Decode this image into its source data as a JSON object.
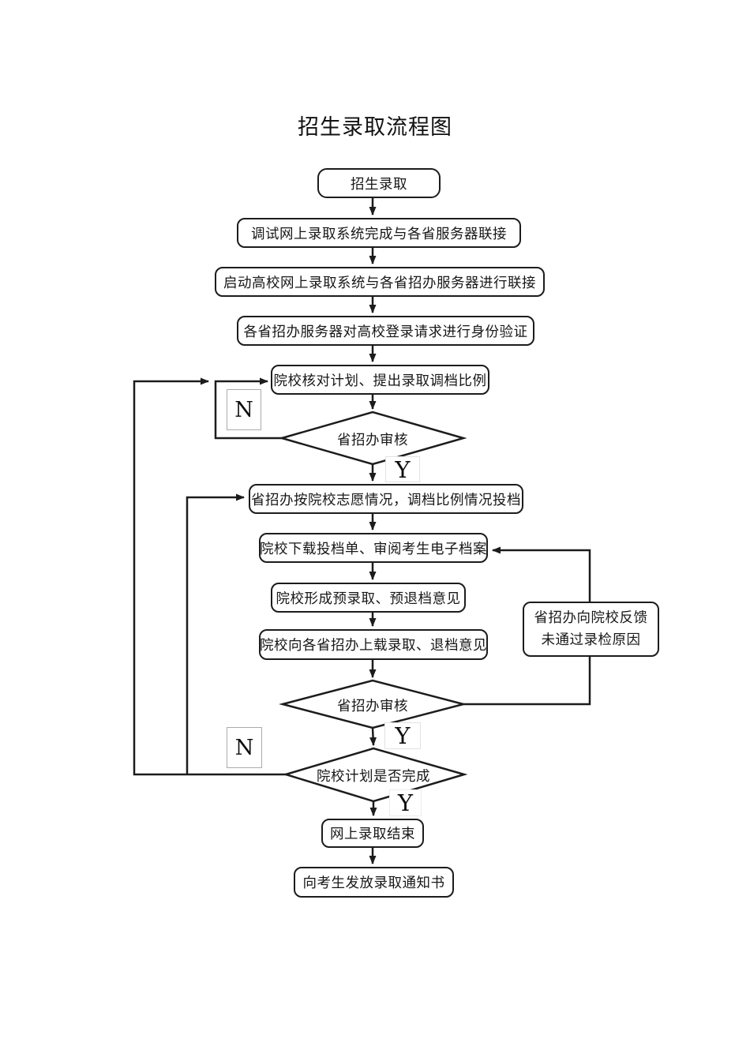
{
  "page": {
    "title": "招生录取流程图",
    "ink_color": "#1c1c1c",
    "background_color": "#ffffff"
  },
  "steps": {
    "start": "招生录取",
    "debug_system": "调试网上录取系统完成与各省服务器联接",
    "launch_system": "启动高校网上录取系统与各省招办服务器进行联接",
    "identity_check": "各省招办服务器对高校登录请求进行身份验证",
    "check_plan": "院校核对计划、提出录取调档比例",
    "cast_archive": "省招办按院校志愿情况，调档比例情况投档",
    "download_list": "院校下载投档单、审阅考生电子档案",
    "form_opinion": "院校形成预录取、预退档意见",
    "upload_opinion": "院校向各省招办上载录取、退档意见",
    "feedback_line1": "省招办向院校反馈",
    "feedback_line2": "未通过录检原因",
    "finish": "网上录取结束",
    "notify": "向考生发放录取通知书"
  },
  "decisions": {
    "review1": "省招办审核",
    "review2": "省招办审核",
    "plan_done": "院校计划是否完成"
  },
  "branches": {
    "n1": "N",
    "y1": "Y",
    "n2": "N",
    "y2": "Y",
    "y3": "Y"
  }
}
